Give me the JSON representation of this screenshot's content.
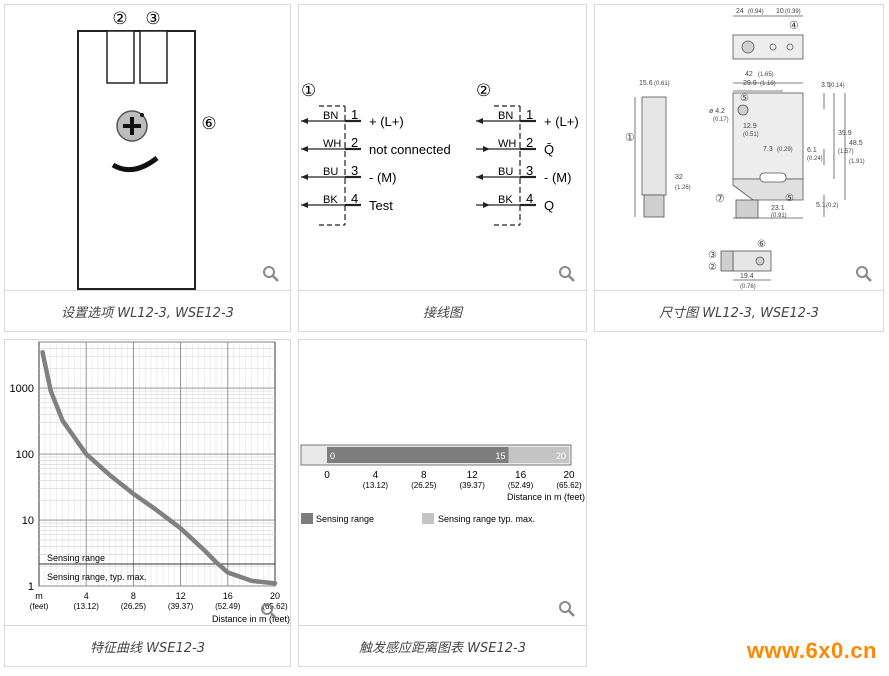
{
  "cards": {
    "c1": {
      "caption": "设置选项 WL12-3, WSE12-3"
    },
    "c2": {
      "caption": "接线图"
    },
    "c3": {
      "caption": "尺寸图 WL12-3, WSE12-3"
    },
    "c4": {
      "caption": "特征曲线 WSE12-3"
    },
    "c5": {
      "caption": "触发感应距离图表 WSE12-3"
    }
  },
  "setting": {
    "n2": "②",
    "n3": "③",
    "n6": "⑥"
  },
  "wiring": {
    "left": {
      "num": "①",
      "rows": [
        {
          "code": "BN",
          "pin": "1",
          "label": "+ (L+)"
        },
        {
          "code": "WH",
          "pin": "2",
          "label": "not connected"
        },
        {
          "code": "BU",
          "pin": "3",
          "label": "- (M)"
        },
        {
          "code": "BK",
          "pin": "4",
          "label": "Test"
        }
      ]
    },
    "right": {
      "num": "②",
      "rows": [
        {
          "code": "BN",
          "pin": "1",
          "label": "+ (L+)"
        },
        {
          "code": "WH",
          "pin": "2",
          "label": "Q̄"
        },
        {
          "code": "BU",
          "pin": "3",
          "label": "- (M)"
        },
        {
          "code": "BK",
          "pin": "4",
          "label": "Q"
        }
      ]
    }
  },
  "dims": {
    "d24": "24",
    "d24i": "(0.94)",
    "d10": "10",
    "d10i": "(0.39)",
    "n4": "④",
    "d156": "15.6",
    "d156i": "(0.61)",
    "d42": "42",
    "d42i": "(1.65)",
    "d299": "29.9",
    "d299i": "(1.18)",
    "d35": "3.5",
    "d35i": "(0.14)",
    "n1": "①",
    "n5a": "⑤",
    "phi": "ø 4.2",
    "phii": "(0.17)",
    "d129": "12.9",
    "d129i": "(0.51)",
    "d73": "7.3",
    "d73i": "(0.29)",
    "d61": "6.1",
    "d61i": "(0.24)",
    "d399": "39.9",
    "d399i": "(1.57)",
    "d485": "48.5",
    "d485i": "(1.91)",
    "d32": "32",
    "d32i": "(1.26)",
    "n7": "⑦",
    "n5b": "⑤",
    "d231": "23.1",
    "d231i": "(0.91)",
    "d51": "5.1",
    "d51i": "(0.2)",
    "n3": "③",
    "n2": "②",
    "n6": "⑥",
    "d194": "19.4",
    "d194i": "(0.76)"
  },
  "chart_data": [
    {
      "type": "line",
      "x": [
        0.3,
        1,
        2,
        4,
        6,
        8,
        10,
        12,
        14,
        15,
        16,
        18,
        20
      ],
      "y": [
        3500,
        900,
        320,
        100,
        48,
        25,
        14,
        7.5,
        3.5,
        2.3,
        1.6,
        1.2,
        1.1
      ],
      "xlim": [
        0,
        20
      ],
      "ylim": [
        1,
        5000
      ],
      "ylog": true,
      "yticks": [
        "1000",
        "100",
        "10",
        "1"
      ],
      "xticks": [
        {
          "v": "m",
          "f": "(feet)"
        },
        {
          "v": "4",
          "f": "(13.12)"
        },
        {
          "v": "8",
          "f": "(26.25)"
        },
        {
          "v": "12",
          "f": "(39.37)"
        },
        {
          "v": "16",
          "f": "(52.49)"
        },
        {
          "v": "20",
          "f": "(65.62)"
        }
      ],
      "xlabel": "Distance in m (feet)",
      "legend": [
        "Sensing range",
        "Sensing range, typ. max."
      ],
      "color": "#808080"
    },
    {
      "type": "bar",
      "sensing_range": [
        0,
        15
      ],
      "sensing_range_max": [
        15,
        20
      ],
      "bar_labels": {
        "start": "0",
        "mid": "15",
        "end": "20"
      },
      "xticks": [
        {
          "v": "0",
          "f": ""
        },
        {
          "v": "4",
          "f": "(13.12)"
        },
        {
          "v": "8",
          "f": "(26.25)"
        },
        {
          "v": "12",
          "f": "(39.37)"
        },
        {
          "v": "16",
          "f": "(52.49)"
        },
        {
          "v": "20",
          "f": "(65.62)"
        }
      ],
      "xlabel": "Distance in m (feet)",
      "legend": [
        "Sensing range",
        "Sensing range typ. max."
      ],
      "colors": {
        "dark": "#7d7d7d",
        "light": "#c4c4c4"
      }
    }
  ],
  "watermark": "www.6x0.cn"
}
